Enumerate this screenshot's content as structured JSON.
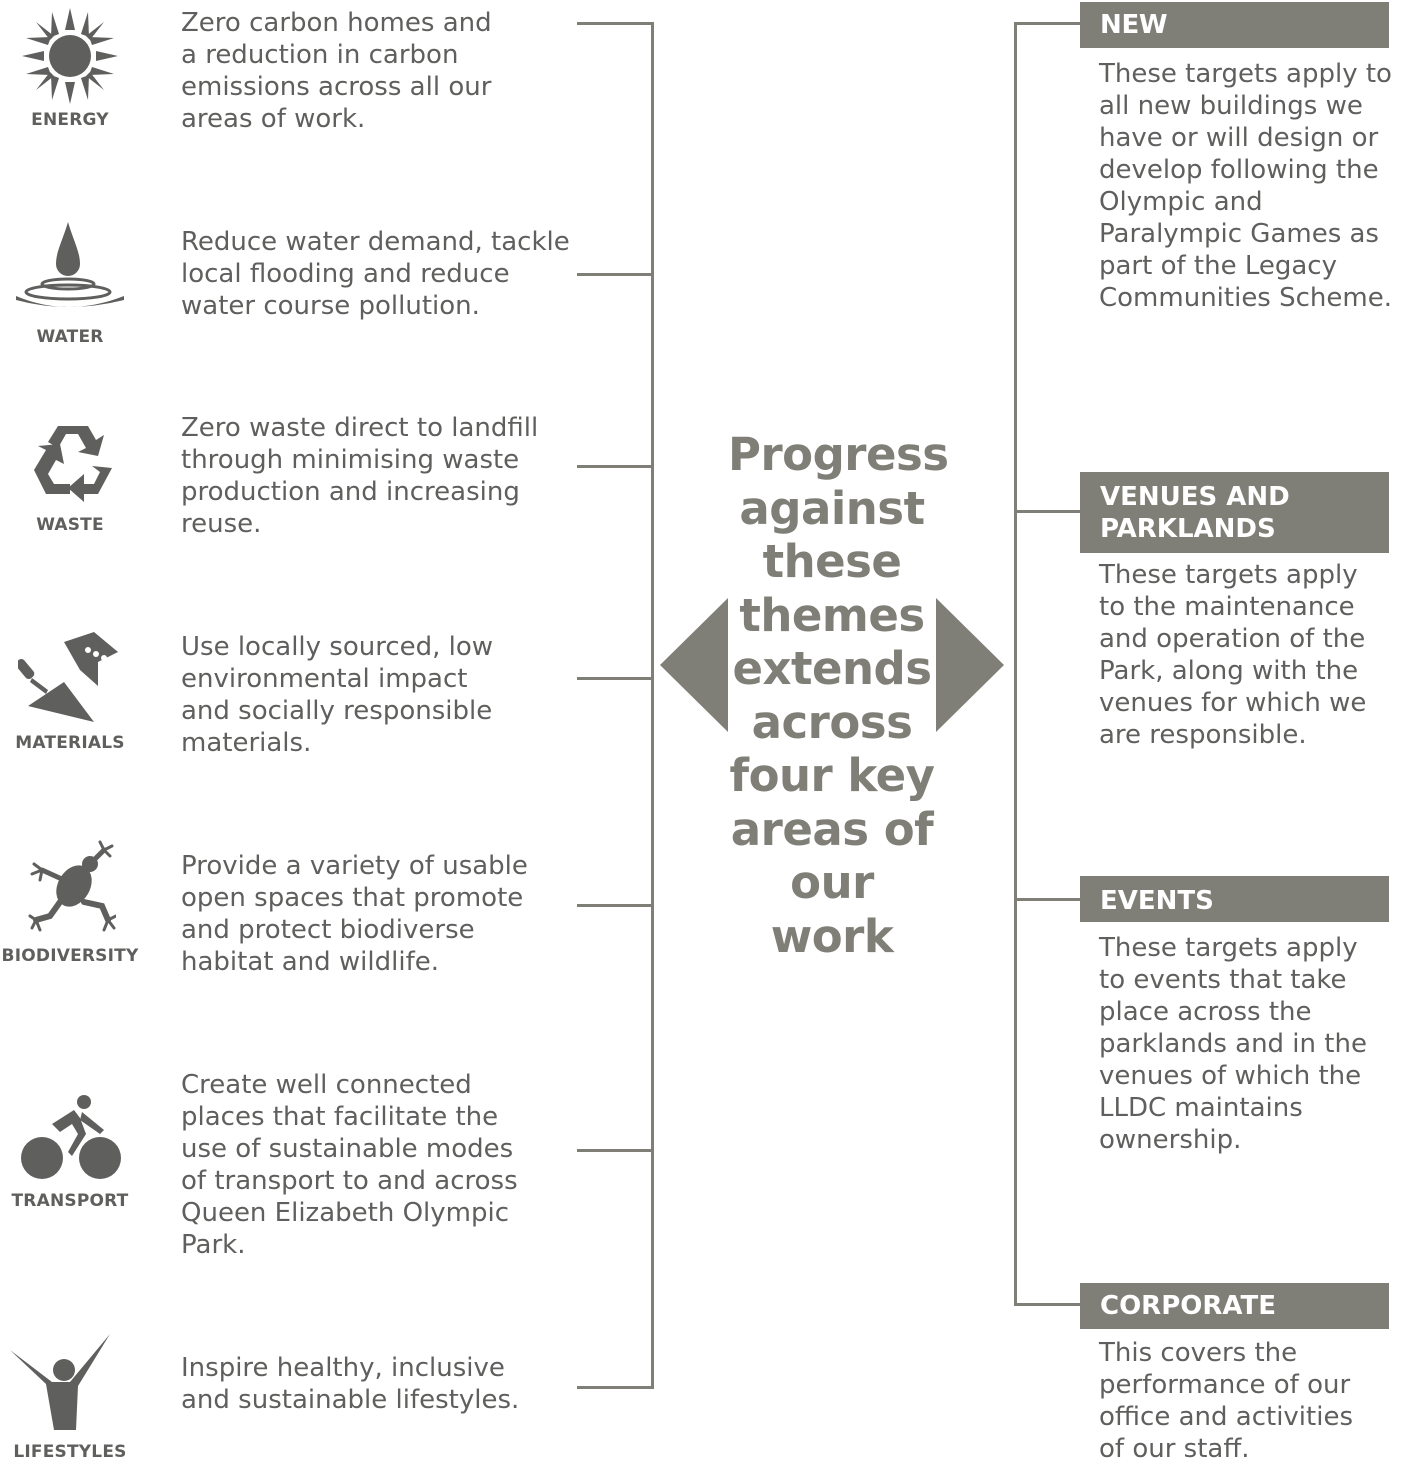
{
  "themes": [
    {
      "label": "ENERGY",
      "icon": "sun-icon",
      "text": "Zero carbon homes and a reduction in carbon emissions across all our areas of work."
    },
    {
      "label": "WATER",
      "icon": "water-drop-icon",
      "text": "Reduce water demand, tackle local flooding and reduce water course pollution."
    },
    {
      "label": "WASTE",
      "icon": "recycle-icon",
      "text": "Zero waste direct to landfill through minimising waste production and increasing reuse."
    },
    {
      "label": "MATERIALS",
      "icon": "brick-trowel-icon",
      "text": "Use locally sourced, low environmental impact and socially responsible materials."
    },
    {
      "label": "BIODIVERSITY",
      "icon": "frog-icon",
      "text": "Provide a variety of usable open spaces that promote and protect biodiverse habitat and wildlife."
    },
    {
      "label": "TRANSPORT",
      "icon": "cyclist-icon",
      "text": "Create well connected places that facilitate the use of sustainable modes of transport to and across Queen Elizabeth Olympic Park."
    },
    {
      "label": "LIFESTYLES",
      "icon": "person-raised-arms-icon",
      "text": "Inspire healthy, inclusive and sustainable lifestyles."
    }
  ],
  "center": {
    "text": "Progress against these themes extends across four key areas of our work",
    "left_arrow_icon": "arrow-left-icon",
    "right_arrow_icon": "arrow-right-icon"
  },
  "areas": [
    {
      "title": "NEW CONSTRUCTION",
      "text": "These targets apply to all new buildings we have or will design or develop following the Olympic and Paralympic Games as part of the Legacy Communities Scheme."
    },
    {
      "title": "VENUES AND PARKLANDS",
      "text": "These targets apply to the maintenance and operation of the Park, along with the venues for which we are responsible."
    },
    {
      "title": "EVENTS",
      "text": "These targets apply to events that take place across the parklands and in the venues of which the LLDC maintains ownership."
    },
    {
      "title": "CORPORATE",
      "text": "This covers the performance of our office and activities of our staff."
    }
  ],
  "colors": {
    "text": "#5f5f5d",
    "accent": "#7f7f77",
    "header_text": "#ffffff"
  }
}
